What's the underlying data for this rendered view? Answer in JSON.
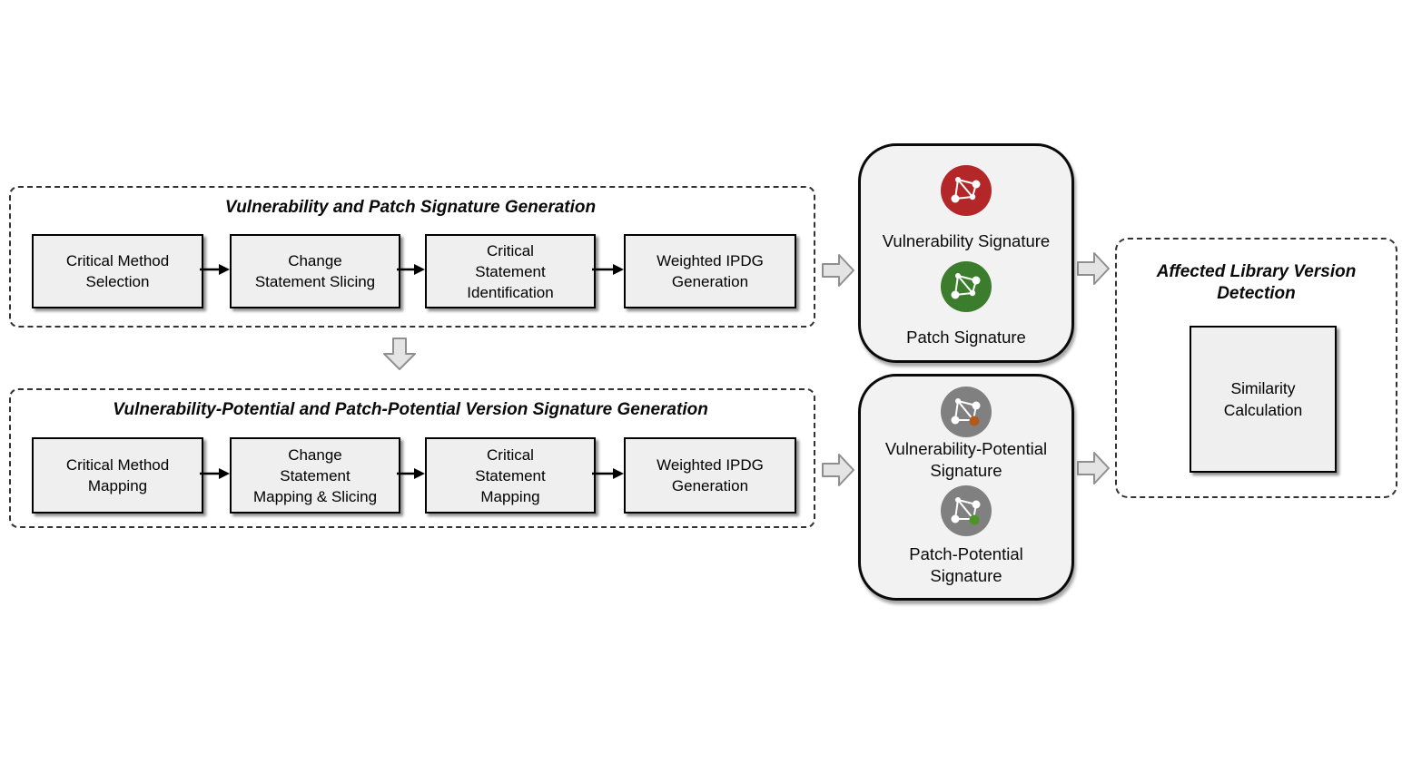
{
  "pipeline_top": {
    "title": "Vulnerability and Patch Signature Generation",
    "steps": [
      {
        "label": "Critical Method\nSelection"
      },
      {
        "label": "Change\nStatement Slicing"
      },
      {
        "label": "Critical\nStatement\nIdentification"
      },
      {
        "label": "Weighted IPDG\nGeneration"
      }
    ]
  },
  "pipeline_bottom": {
    "title": "Vulnerability-Potential and Patch-Potential Version Signature Generation",
    "steps": [
      {
        "label": "Critical Method\nMapping"
      },
      {
        "label": "Change\nStatement\nMapping & Slicing"
      },
      {
        "label": "Critical\nStatement\nMapping"
      },
      {
        "label": "Weighted IPDG\nGeneration"
      }
    ]
  },
  "signature_panel_top": {
    "items": [
      {
        "label": "Vulnerability Signature",
        "icon": "vulnerability-signature-graph-icon",
        "circle_color": "#b32729"
      },
      {
        "label": "Patch Signature",
        "icon": "patch-signature-graph-icon",
        "circle_color": "#3c7d2d"
      }
    ]
  },
  "signature_panel_bottom": {
    "items": [
      {
        "label": "Vulnerability-Potential\nSignature",
        "icon": "vulnerability-potential-graph-icon",
        "circle_color": "#808080",
        "node_color": "#b25a1e"
      },
      {
        "label": "Patch-Potential\nSignature",
        "icon": "patch-potential-graph-icon",
        "circle_color": "#808080",
        "node_color": "#4e922a"
      }
    ]
  },
  "detection_panel": {
    "title": "Affected Library Version\nDetection",
    "box_label": "Similarity\nCalculation"
  },
  "colors": {
    "vulnerability_red": "#b32729",
    "patch_green": "#3c7d2d",
    "potential_gray": "#808080",
    "vulnerability_node_orange": "#b25a1e",
    "patch_node_green": "#4e922a",
    "box_fill": "#efefef",
    "panel_fill": "#f2f2f2",
    "block_arrow_fill": "#e4e4e4",
    "block_arrow_stroke": "#8f8f8f"
  }
}
